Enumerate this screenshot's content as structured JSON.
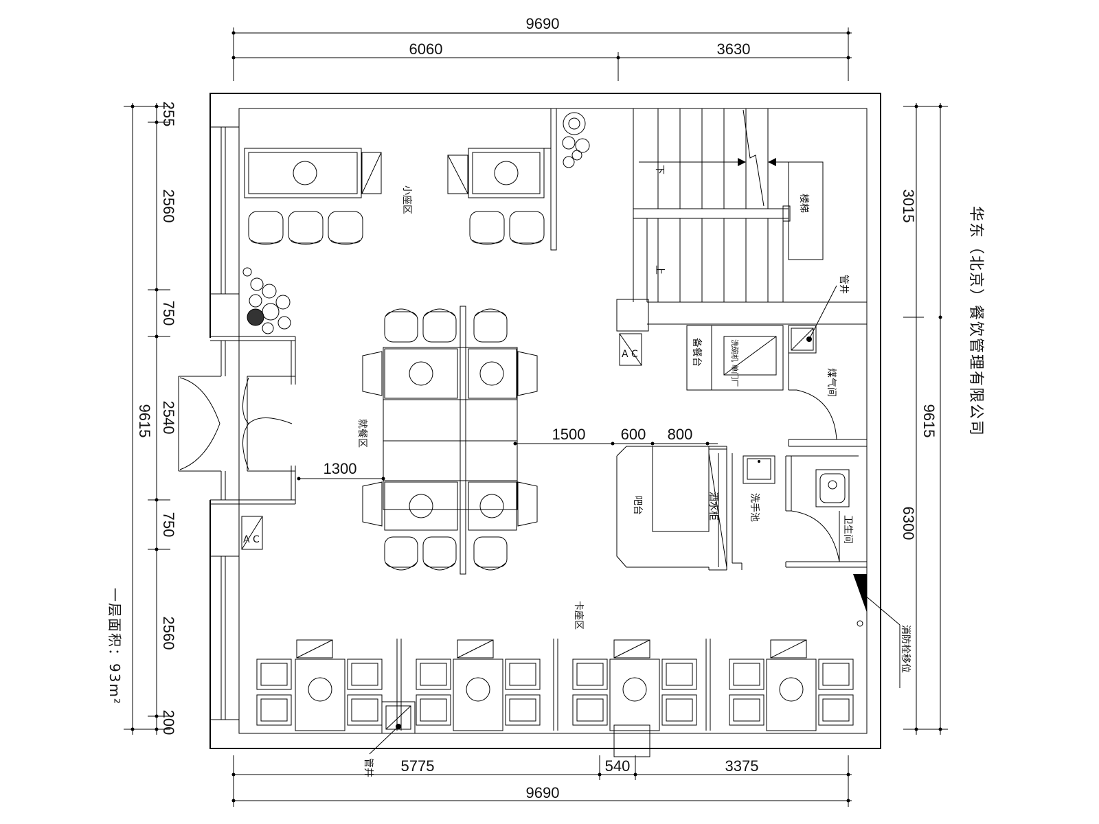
{
  "company": "华东（北京）餐饮管理有限公司",
  "floor_area": "一层面积：93m²",
  "dims": {
    "top_total": "9690",
    "top_left": "6060",
    "top_right": "3630",
    "bottom_left": "5775",
    "bottom_mid": "540",
    "bottom_right": "3375",
    "bottom_total": "9690",
    "left_total": "9615",
    "left_segments": [
      "255",
      "2560",
      "750",
      "2540",
      "750",
      "2560",
      "200"
    ],
    "right_total": "9615",
    "right_top": "3015",
    "right_bottom": "6300",
    "interior_1500": "1500",
    "interior_600": "600",
    "interior_800": "800",
    "interior_1300": "1300"
  },
  "labels": {
    "small_dining": "小座区",
    "dining": "就餐区",
    "booth": "卡座区",
    "stairs": "楼梯",
    "down": "下",
    "up": "上",
    "shaft": "管井",
    "prep": "备餐台",
    "sink_unit": "洗碗机 单门厂",
    "gas": "煤气间",
    "bar": "吧台",
    "wine": "酒水柜",
    "wash": "洗手池",
    "wc": "卫生间",
    "hydrant": "消防栓移位",
    "pipe": "管井",
    "ac": "A C"
  },
  "colors": {
    "line": "#000000",
    "background": "#ffffff"
  }
}
